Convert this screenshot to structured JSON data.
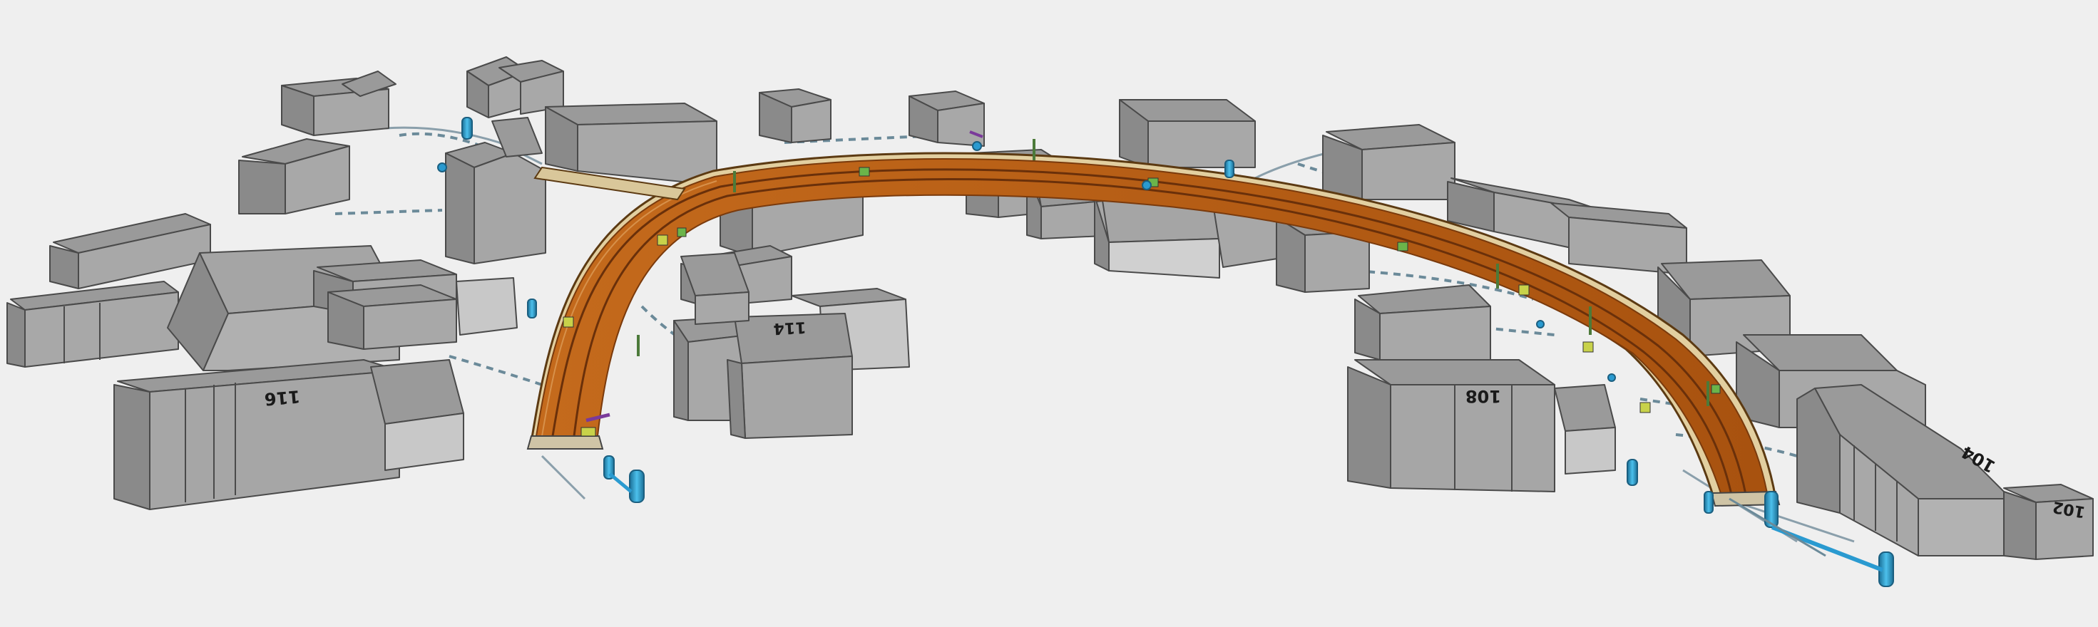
{
  "scene": {
    "background": "#efefef",
    "colors": {
      "road": "#b85d12",
      "road_dark": "#7a3a0c",
      "road_edge": "#e2cfa0",
      "building_top": "#9a9a9a",
      "building_left": "#8a8a8a",
      "building_right": "#bdbdbd",
      "building_line": "#4a4a4a",
      "pipe": "#2a9ad0",
      "pipe_dark": "#1b6f96",
      "dash_line": "#6b8a99"
    }
  },
  "building_labels": {
    "b116": "116",
    "b114": "114",
    "b108": "108",
    "b104": "104",
    "b102": "102"
  }
}
